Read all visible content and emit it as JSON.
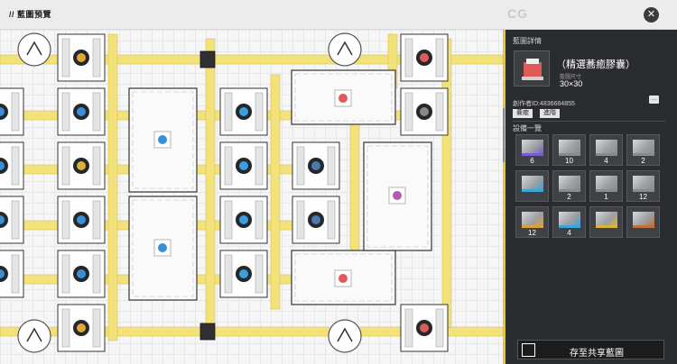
{
  "header": {
    "title": "// 藍圖預覽",
    "logo": "CG"
  },
  "panel": {
    "heading": "藍圖詳情",
    "blueprint_name": "（精選蕎癒膠囊）",
    "size_label": "藍圖尺寸",
    "size_value": "30×30",
    "creator": "創作者ID:4836684855",
    "more": "…",
    "tags": [
      "蕎癒",
      "進階"
    ],
    "devices_title": "設備一覽",
    "devices": [
      {
        "count": "6",
        "color": "#7a5cd0"
      },
      {
        "count": "10",
        "color": "#8a8b8f"
      },
      {
        "count": "4",
        "color": "#8a8b8f"
      },
      {
        "count": "2",
        "color": "#8a8b8f"
      },
      {
        "count": "",
        "color": "#3aa5d8"
      },
      {
        "count": "2",
        "color": "#8a8b8f"
      },
      {
        "count": "1",
        "color": "#8a8b8f"
      },
      {
        "count": "12",
        "color": "#8a8b8f"
      },
      {
        "count": "12",
        "color": "#d8a23a"
      },
      {
        "count": "4",
        "color": "#3aa5d8"
      },
      {
        "count": "",
        "color": "#d8b23a"
      },
      {
        "count": "",
        "color": "#c0703a"
      }
    ],
    "save_button": "存至共享藍圖"
  }
}
